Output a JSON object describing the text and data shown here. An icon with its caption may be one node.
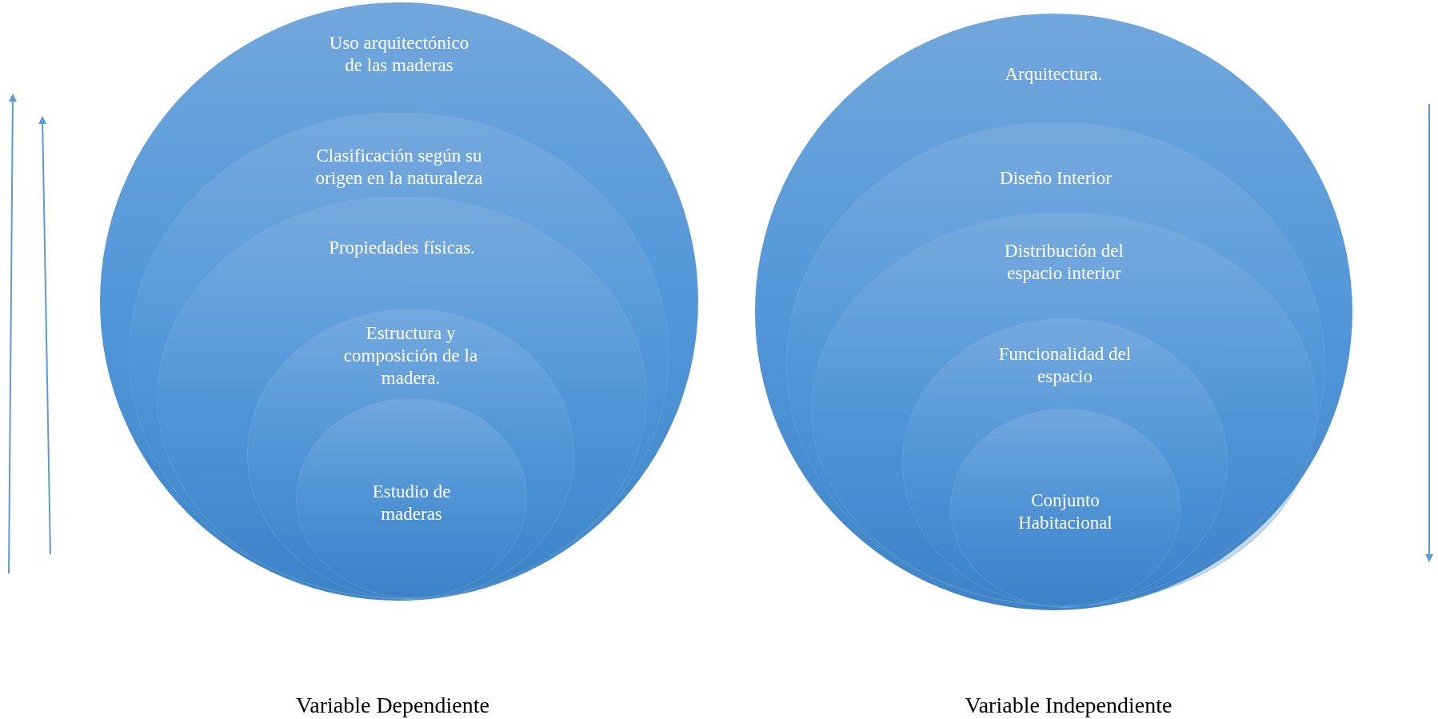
{
  "diagram": {
    "nodes": [
      {
        "text": [
          "Uso arquitectónico de las maderas"
        ]
      },
      {
        "text": [
          "Clasificación según su origen en la naturaleza"
        ],
        "in": 0
      },
      {
        "text": [
          "Propiedades físicas."
        ],
        "in": 1
      },
      {
        "text": [
          "Estructura y composición de la madera."
        ],
        "in": 2
      },
      {
        "text": [
          "Estudio de maderas"
        ],
        "in": 3
      },
      {
        "text": [
          "Arquitectura."
        ]
      },
      {
        "text": [
          "Diseño Interior"
        ],
        "in": 5
      },
      {
        "text": [
          "Distribución del espacio interior"
        ],
        "in": 6
      },
      {
        "text": [
          "Funcionalidad del espacio"
        ],
        "in": 7
      },
      {
        "text": [
          "Conjunto Habitacional"
        ],
        "in": 8
      }
    ],
    "labels": [
      "Variable Dependiente",
      "Variable Independiente"
    ]
  }
}
